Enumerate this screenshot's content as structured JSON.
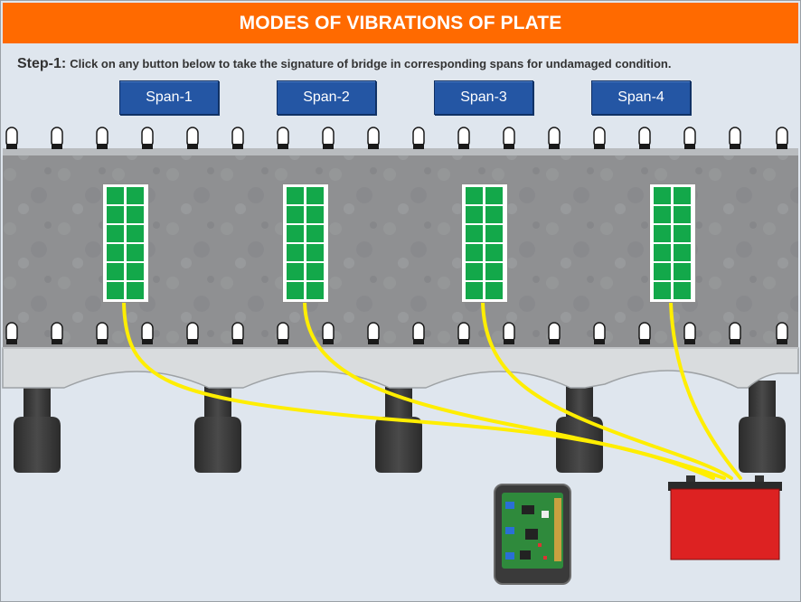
{
  "header": {
    "title": "MODES OF VIBRATIONS OF PLATE"
  },
  "instruction": {
    "step_label": "Step-1:",
    "text": "Click on any button below to take the signature of bridge in corresponding spans for undamaged condition."
  },
  "span_buttons": [
    {
      "label": "Span-1"
    },
    {
      "label": "Span-2"
    },
    {
      "label": "Span-3"
    },
    {
      "label": "Span-4"
    }
  ],
  "colors": {
    "header": "#ff6a00",
    "button": "#2456a4",
    "sensor_green": "#13a84a",
    "wire": "#ffee00",
    "battery": "#dd2222",
    "deck": "#8e8f91",
    "background": "#dfe6ee"
  },
  "icons": {
    "railing_post": "railing-post-icon",
    "sensor": "strain-gauge-sensor",
    "daq": "data-acquisition-board",
    "battery": "battery-icon"
  }
}
